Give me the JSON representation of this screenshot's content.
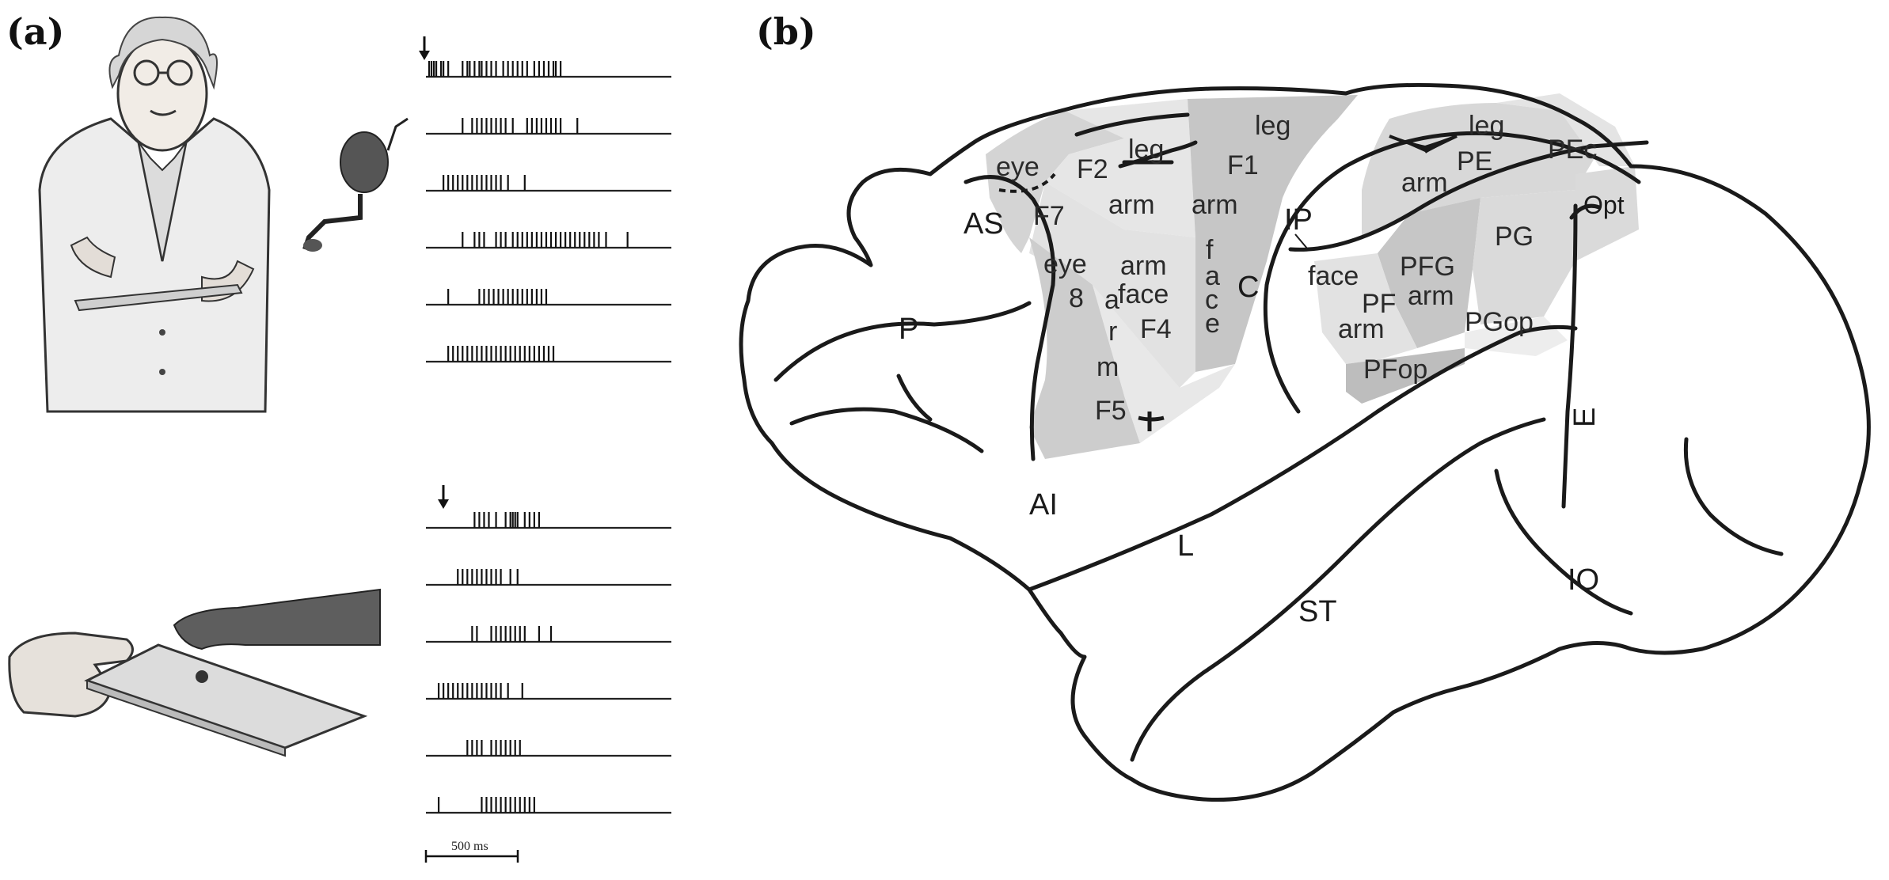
{
  "panel_a": {
    "label": "(a)",
    "scale_bar_label": "500 ms",
    "raster_rows": [
      [
        0.0,
        0.01,
        0.02,
        0.03,
        0.05,
        0.06,
        0.08,
        0.14,
        0.16,
        0.17,
        0.19,
        0.21,
        0.22,
        0.24,
        0.26,
        0.28,
        0.31,
        0.33,
        0.35,
        0.37,
        0.39,
        0.41,
        0.44,
        0.46,
        0.48,
        0.5,
        0.52,
        0.53,
        0.55
      ],
      [
        0.14,
        0.18,
        0.2,
        0.22,
        0.24,
        0.26,
        0.28,
        0.3,
        0.32,
        0.35,
        0.41,
        0.43,
        0.45,
        0.47,
        0.49,
        0.51,
        0.53,
        0.55,
        0.62
      ],
      [
        0.06,
        0.08,
        0.1,
        0.12,
        0.14,
        0.16,
        0.18,
        0.2,
        0.22,
        0.24,
        0.26,
        0.28,
        0.3,
        0.33,
        0.4
      ],
      [
        0.14,
        0.19,
        0.21,
        0.23,
        0.28,
        0.3,
        0.32,
        0.35,
        0.37,
        0.39,
        0.41,
        0.43,
        0.45,
        0.47,
        0.49,
        0.51,
        0.53,
        0.55,
        0.57,
        0.59,
        0.61,
        0.63,
        0.65,
        0.67,
        0.69,
        0.71,
        0.74,
        0.83
      ],
      [
        0.08,
        0.21,
        0.23,
        0.25,
        0.27,
        0.29,
        0.31,
        0.33,
        0.35,
        0.37,
        0.39,
        0.41,
        0.43,
        0.45,
        0.47,
        0.49
      ],
      [
        0.08,
        0.1,
        0.12,
        0.14,
        0.16,
        0.18,
        0.2,
        0.22,
        0.24,
        0.26,
        0.28,
        0.3,
        0.32,
        0.34,
        0.36,
        0.38,
        0.4,
        0.42,
        0.44,
        0.46,
        0.48,
        0.5,
        0.52
      ]
    ],
    "raster_rows_bottom": [
      [
        0.19,
        0.21,
        0.23,
        0.25,
        0.28,
        0.32,
        0.34,
        0.35,
        0.36,
        0.37,
        0.4,
        0.42,
        0.44,
        0.46
      ],
      [
        0.12,
        0.14,
        0.16,
        0.18,
        0.2,
        0.22,
        0.24,
        0.26,
        0.28,
        0.3,
        0.34,
        0.37
      ],
      [
        0.18,
        0.2,
        0.26,
        0.28,
        0.3,
        0.32,
        0.34,
        0.36,
        0.38,
        0.4,
        0.46,
        0.51
      ],
      [
        0.04,
        0.06,
        0.08,
        0.1,
        0.12,
        0.14,
        0.16,
        0.18,
        0.2,
        0.22,
        0.24,
        0.26,
        0.28,
        0.3,
        0.33,
        0.39
      ],
      [
        0.16,
        0.18,
        0.2,
        0.22,
        0.26,
        0.28,
        0.3,
        0.32,
        0.34,
        0.36,
        0.38
      ],
      [
        0.04,
        0.22,
        0.24,
        0.26,
        0.28,
        0.3,
        0.32,
        0.34,
        0.36,
        0.38,
        0.4,
        0.42,
        0.44
      ]
    ]
  },
  "panel_b": {
    "label": "(b)",
    "region_labels": {
      "eye_top": "eye",
      "f2": "F2",
      "leg_f2": "leg",
      "leg_f1": "leg",
      "f1": "F1",
      "arm_f1": "arm",
      "arm_f2": "arm",
      "f7": "F7",
      "eye_8": "eye",
      "num_8": "8",
      "arm_f4": "arm",
      "face_f4": "face",
      "f4": "F4",
      "face_v1": "f",
      "face_v2": "a",
      "face_v3": "c",
      "face_v4": "e",
      "arm_v1": "a",
      "arm_v2": "r",
      "arm_v3": "m",
      "f5": "F5",
      "leg_pe": "leg",
      "pe": "PE",
      "pec": "PEc",
      "arm_pe": "arm",
      "pg": "PG",
      "pfg": "PFG",
      "face_pf": "face",
      "pf": "PF",
      "arm_pfg": "arm",
      "arm_pf": "arm",
      "pgop": "PGop",
      "pfop": "PFop"
    },
    "sulcus_labels": {
      "as": "AS",
      "p": "P",
      "ai": "AI",
      "c": "C",
      "ip": "IP",
      "l": "L",
      "st": "ST",
      "io": "IO",
      "e": "E",
      "opt": "Opt"
    }
  }
}
